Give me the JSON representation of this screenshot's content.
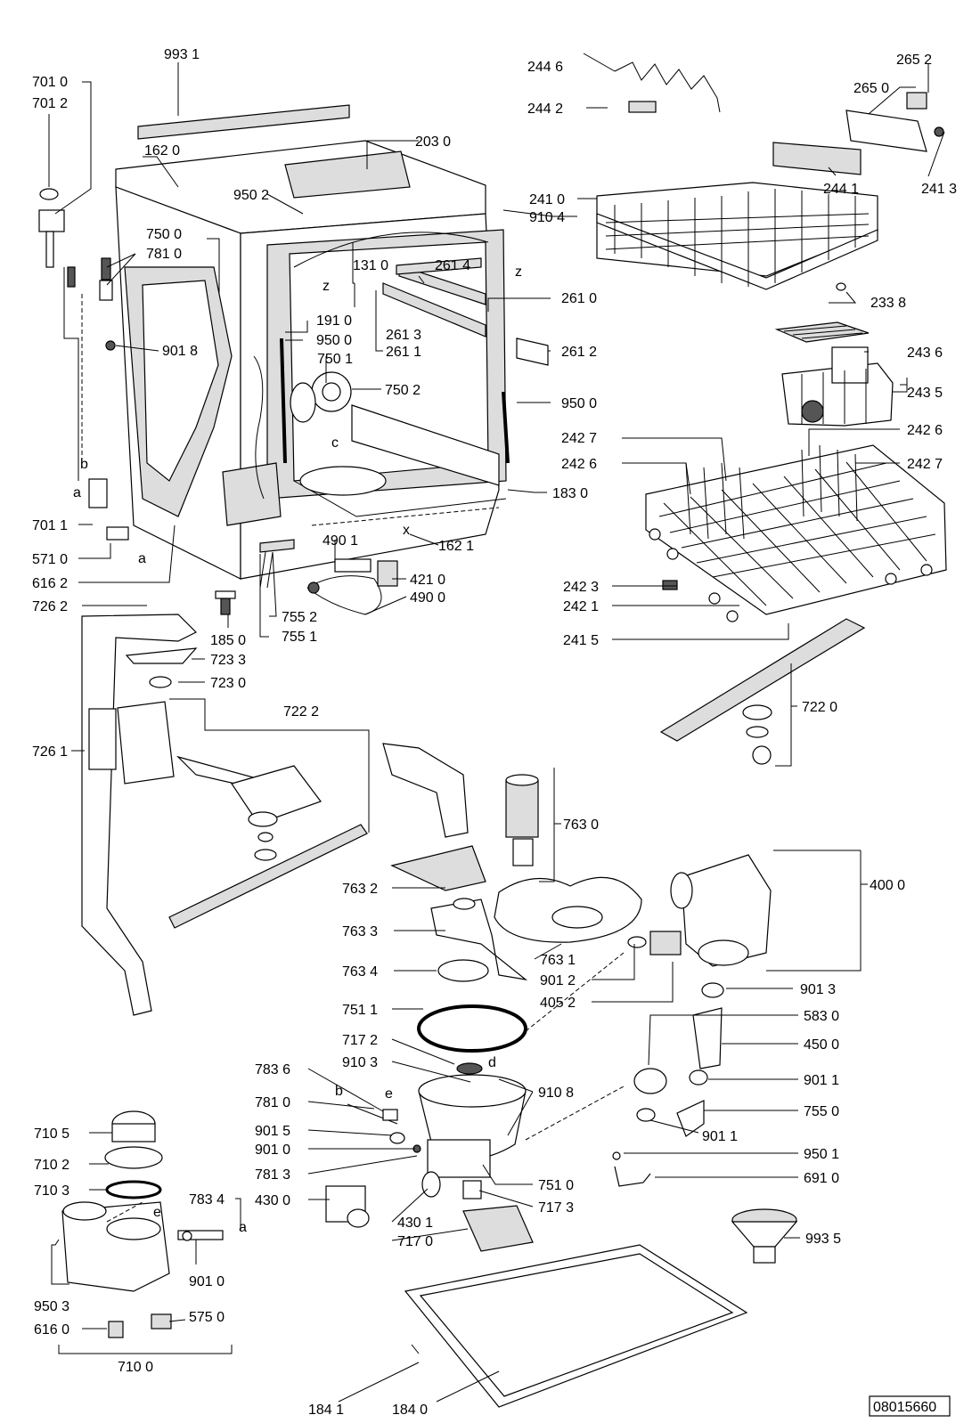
{
  "document_number": "08015660",
  "labels": {
    "l9931": "993 1",
    "l7010": "701 0",
    "l7012": "701 2",
    "l1620": "162 0",
    "l2030": "203 0",
    "l9502": "950 2",
    "l2410": "241 0",
    "l9104": "910 4",
    "l7500": "750 0",
    "l7810a": "781 0",
    "l1310": "131 0",
    "l2614": "261 4",
    "l2610": "261 0",
    "l2338": "233 8",
    "l1910": "191 0",
    "l9500a": "950 0",
    "l9018": "901 8",
    "l7501": "750 1",
    "l2613": "261 3",
    "l2611": "261 1",
    "l2612": "261 2",
    "l7502": "750 2",
    "l9500b": "950 0",
    "l2446": "244 6",
    "l2442": "244 2",
    "l2652": "265 2",
    "l2650": "265 0",
    "l2441": "244 1",
    "l2413": "241 3",
    "l2436": "243 6",
    "l2435": "243 5",
    "l2427a": "242 7",
    "l2426a": "242 6",
    "l2426b": "242 6",
    "l2427b": "242 7",
    "l1830": "183 0",
    "l7011": "701 1",
    "l5710": "571 0",
    "l6162": "616 2",
    "l7262": "726 2",
    "l4901": "490 1",
    "l1621": "162 1",
    "l4210": "421 0",
    "l4900": "490 0",
    "l7552": "755 2",
    "l1850": "185 0",
    "l7551": "755 1",
    "l2423": "242 3",
    "l2421": "242 1",
    "l2415": "241 5",
    "l7233": "723 3",
    "l7230": "723 0",
    "l7222": "722 2",
    "l7220": "722 0",
    "l7261": "726 1",
    "l7630": "763 0",
    "l4000": "400 0",
    "l7632": "763 2",
    "l7633": "763 3",
    "l7634": "763 4",
    "l7631": "763 1",
    "l9012": "901 2",
    "l4052": "405 2",
    "l9013": "901 3",
    "l7511": "751 1",
    "l5830": "583 0",
    "l4500": "450 0",
    "l7172": "717 2",
    "l9103": "910 3",
    "l7836": "783 6",
    "l9108": "910 8",
    "l9011a": "901 1",
    "l7810b": "781 0",
    "l7550": "755 0",
    "l7105": "710 5",
    "l9015": "901 5",
    "l9010a": "901 0",
    "l9011b": "901 1",
    "l7102": "710 2",
    "l7813": "781 3",
    "l9501": "950 1",
    "l7103": "710 3",
    "l7834": "783 4",
    "l7510": "751 0",
    "l6910": "691 0",
    "l4300": "430 0",
    "l4301": "430 1",
    "l7173": "717 3",
    "l7170": "717 0",
    "l9935": "993 5",
    "l9010b": "901 0",
    "l9503": "950 3",
    "l5750": "575 0",
    "l6160": "616 0",
    "l7100": "710 0",
    "l1841": "184 1",
    "l1840": "184 0"
  },
  "markers": {
    "a1": "a",
    "a2": "a",
    "a3": "a",
    "b1": "b",
    "b2": "b",
    "c1": "c",
    "d1": "d",
    "e1": "e",
    "e2": "e",
    "x1": "x",
    "z1": "z",
    "z2": "z"
  }
}
